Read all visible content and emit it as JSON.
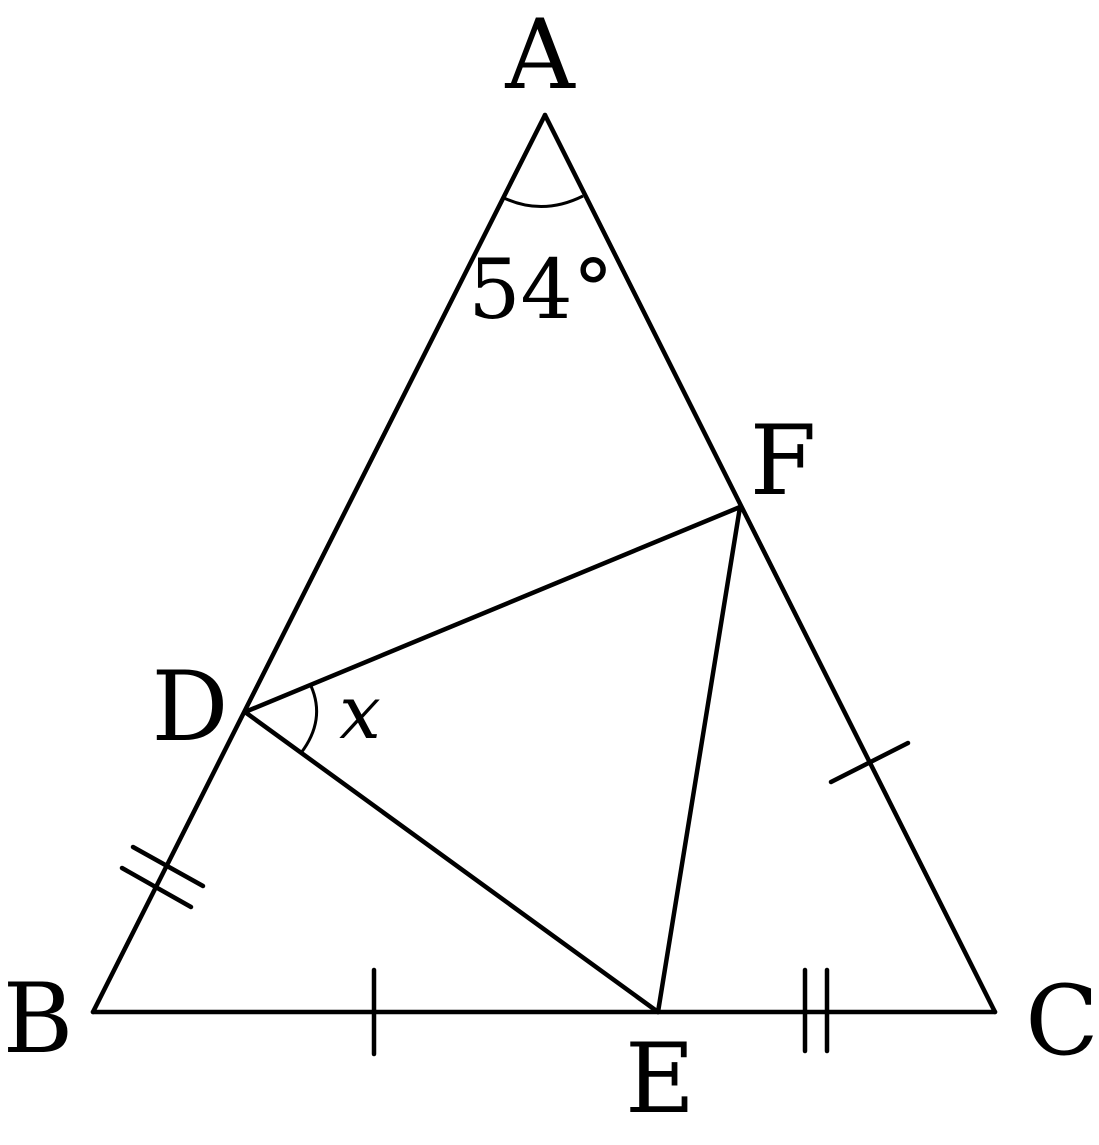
{
  "labels": {
    "A": "A",
    "B": "B",
    "C": "C",
    "D": "D",
    "E": "E",
    "F": "F"
  },
  "angles": {
    "apex": "54°",
    "unknown": "x"
  }
}
